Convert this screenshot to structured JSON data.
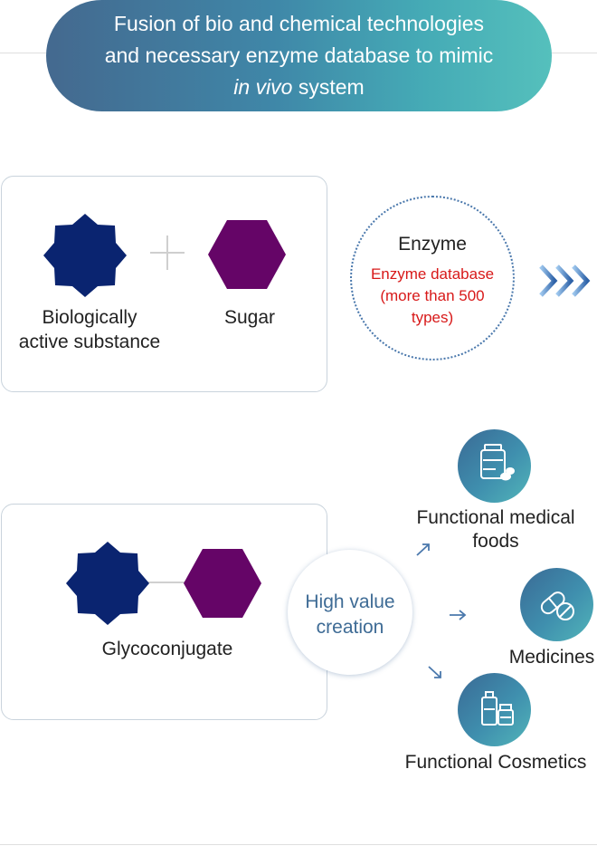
{
  "header": {
    "line1": "Fusion of bio and chemical technologies",
    "line2": "and necessary enzyme database to mimic",
    "line3_italic": "in vivo",
    "line3_rest": " system"
  },
  "reactants": {
    "substance_line1": "Biologically",
    "substance_line2": "active substance",
    "sugar": "Sugar"
  },
  "enzyme": {
    "title": "Enzyme",
    "desc_line1": "Enzyme database",
    "desc_line2": "(more than 500",
    "desc_line3": "types)"
  },
  "product": {
    "label": "Glycoconjugate"
  },
  "value": {
    "line1": "High value",
    "line2": "creation"
  },
  "applications": {
    "medical_foods_line1": "Functional medical",
    "medical_foods_line2": "foods",
    "medicines": "Medicines",
    "cosmetics": "Functional Cosmetics"
  },
  "colors": {
    "substance": "#0a2470",
    "sugar": "#650567",
    "enzyme_text": "#d81919",
    "accent": "#3e6b95"
  },
  "icons": {
    "plus": "plus-icon",
    "next": "triple-chevron-right-icon",
    "foods": "bottle-pills-icon",
    "medicines": "capsule-icon",
    "cosmetics": "cosmetic-bottles-icon"
  }
}
